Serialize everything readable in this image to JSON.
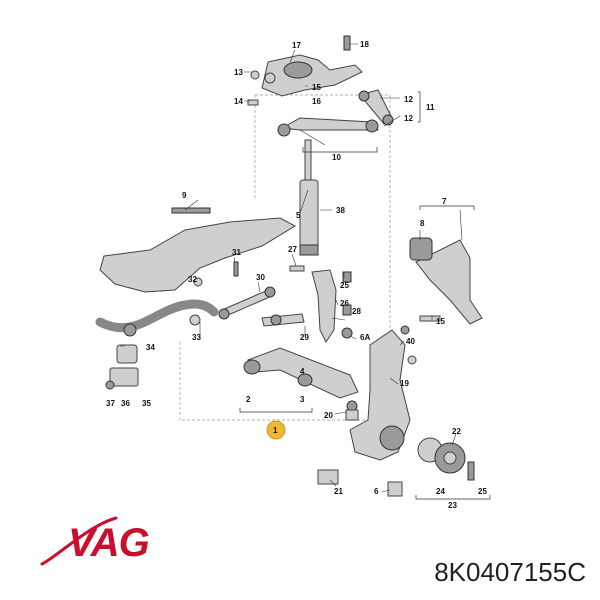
{
  "part_number": "8K0407155C",
  "brand": {
    "name": "VAG",
    "color": "#c8102e"
  },
  "highlight_color": "#f2b731",
  "callouts": [
    "17",
    "18",
    "13",
    "14",
    "15",
    "16",
    "12",
    "11",
    "12",
    "10",
    "9",
    "5",
    "38",
    "27",
    "31",
    "30",
    "26",
    "28",
    "29",
    "6A",
    "25",
    "40",
    "15",
    "8",
    "7",
    "34",
    "33",
    "32",
    "4",
    "37",
    "36",
    "35",
    "2",
    "3",
    "1",
    "20",
    "19",
    "22",
    "21",
    "6",
    "24",
    "25",
    "23"
  ]
}
